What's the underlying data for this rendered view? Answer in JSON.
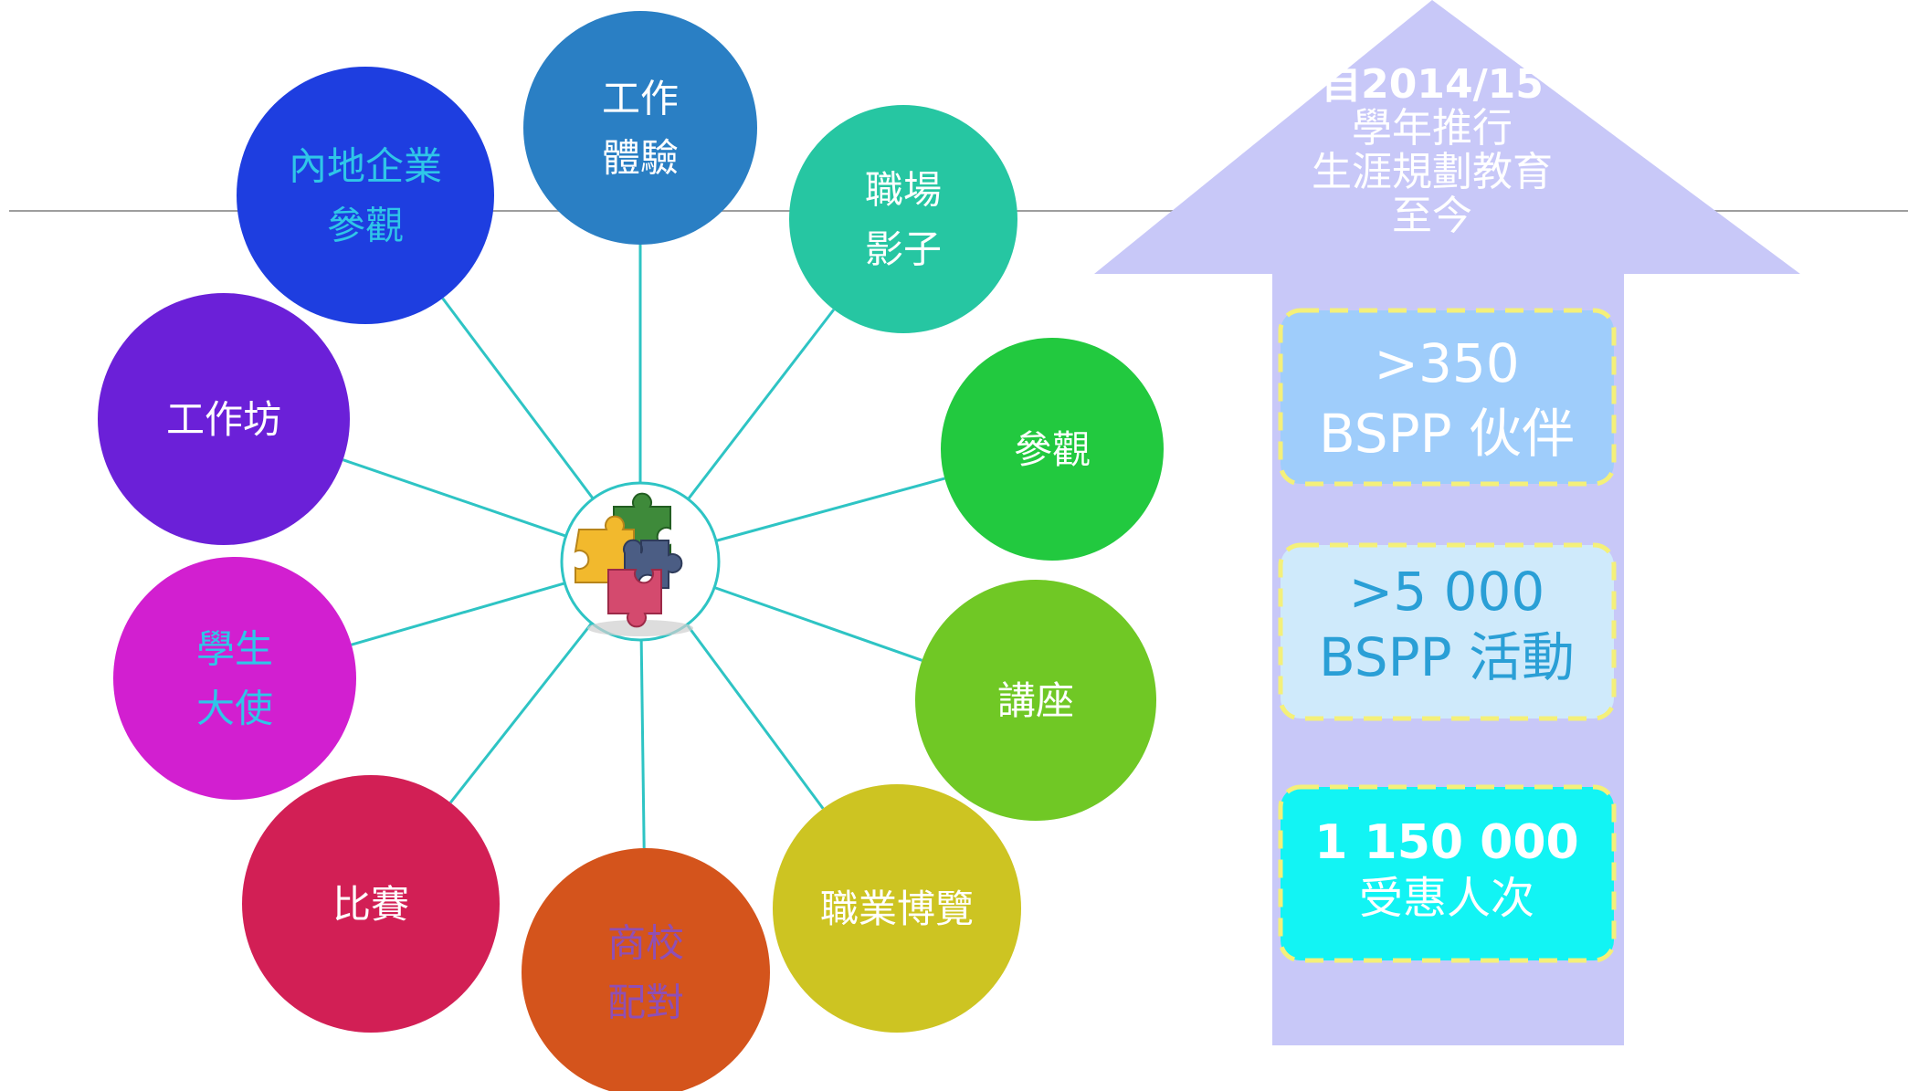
{
  "hub": {
    "icon": "puzzle-icon",
    "ring_color": "#2ec4c4"
  },
  "spokes": [
    {
      "id": "work-experience",
      "lines": [
        "工作",
        "體驗"
      ],
      "color": "#2a7fc4",
      "text_color": "#ffffff"
    },
    {
      "id": "job-shadowing",
      "lines": [
        "職場",
        "影子"
      ],
      "color": "#26c6a2",
      "text_color": "#ffffff"
    },
    {
      "id": "visit",
      "lines": [
        "參觀"
      ],
      "color": "#22c93f",
      "text_color": "#ffffff"
    },
    {
      "id": "talk",
      "lines": [
        "講座"
      ],
      "color": "#70c825",
      "text_color": "#ffffff"
    },
    {
      "id": "career-expo",
      "lines": [
        "職業博覽"
      ],
      "color": "#cdc422",
      "text_color": "#ffffff"
    },
    {
      "id": "school-business-matching",
      "lines": [
        "商校",
        "配對"
      ],
      "color": "#d4541c",
      "text_color": "#8f4fb5"
    },
    {
      "id": "competition",
      "lines": [
        "比賽"
      ],
      "color": "#d21f55",
      "text_color": "#ffffff"
    },
    {
      "id": "student-ambassador",
      "lines": [
        "學生",
        "大使"
      ],
      "color": "#d21fd0",
      "text_color": "#2fc6e8"
    },
    {
      "id": "workshop",
      "lines": [
        "工作坊"
      ],
      "color": "#6b20d8",
      "text_color": "#ffffff"
    },
    {
      "id": "mainland-enterprise-visit",
      "lines": [
        "內地企業",
        "參觀"
      ],
      "color": "#1e3ee0",
      "text_color": "#2fc6e8"
    }
  ],
  "arrow": {
    "color": "#c8c8f8",
    "head_lines": [
      "自2014/15",
      "學年推行",
      "生涯規劃教育",
      "至今"
    ],
    "head_text_color": "#ffffff"
  },
  "stats": [
    {
      "id": "partners",
      "value": ">350",
      "label": "BSPP 伙伴",
      "fill": "#9fcdfb",
      "text_color": "#ffffff",
      "border": "#f4f07a"
    },
    {
      "id": "activities",
      "value": ">5 000",
      "label": "BSPP 活動",
      "fill": "#cfeafb",
      "text_color": "#2a9fd6",
      "border": "#f4f07a"
    },
    {
      "id": "beneficiaries",
      "value": "1 150 000",
      "label": "受惠人次",
      "fill": "#12f4f4",
      "text_color": "#ffffff",
      "border": "#f4f07a"
    }
  ],
  "colors": {
    "spoke_line": "#2ec4c4",
    "divider": "#9e9e9e"
  }
}
